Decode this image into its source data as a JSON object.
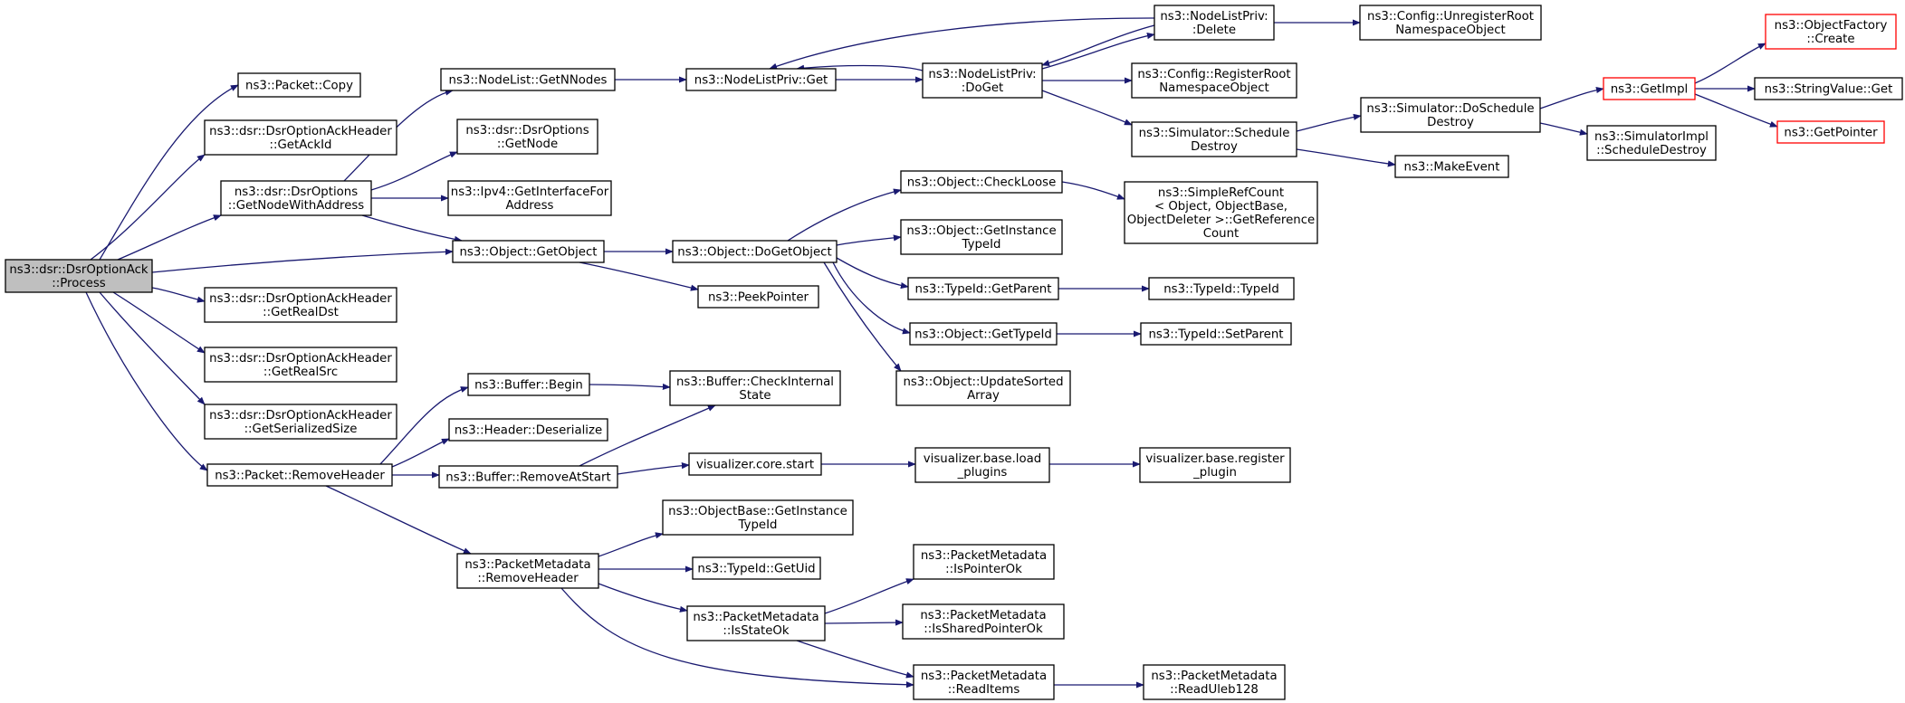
{
  "colors": {
    "edge": "#191970",
    "root_fill": "#bfbfbf",
    "truncated_border": "#ff0000",
    "node_border": "#000000"
  },
  "nodes": {
    "process": [
      "ns3::dsr::DsrOptionAck",
      "::Process"
    ],
    "copy": [
      "ns3::Packet::Copy"
    ],
    "getackid": [
      "ns3::dsr::DsrOptionAckHeader",
      "::GetAckId"
    ],
    "getnodewithaddr": [
      "ns3::dsr::DsrOptions",
      "::GetNodeWithAddress"
    ],
    "getrealdst": [
      "ns3::dsr::DsrOptionAckHeader",
      "::GetRealDst"
    ],
    "getrealsrc": [
      "ns3::dsr::DsrOptionAckHeader",
      "::GetRealSrc"
    ],
    "getserializedsize": [
      "ns3::dsr::DsrOptionAckHeader",
      "::GetSerializedSize"
    ],
    "removeheader": [
      "ns3::Packet::RemoveHeader"
    ],
    "getnnodes": [
      "ns3::NodeList::GetNNodes"
    ],
    "dsroptions_getnode": [
      "ns3::dsr::DsrOptions",
      "::GetNode"
    ],
    "getinterfacefor": [
      "ns3::Ipv4::GetInterfaceFor",
      "Address"
    ],
    "getobject": [
      "ns3::Object::GetObject"
    ],
    "peekpointer": [
      "ns3::PeekPointer"
    ],
    "buffer_begin": [
      "ns3::Buffer::Begin"
    ],
    "header_deserialize": [
      "ns3::Header::Deserialize"
    ],
    "buffer_removeatstart": [
      "ns3::Buffer::RemoveAtStart"
    ],
    "pm_removeheader": [
      "ns3::PacketMetadata",
      "::RemoveHeader"
    ],
    "nodelistpriv_get": [
      "ns3::NodeListPriv::Get"
    ],
    "doget": [
      "ns3::NodeListPriv:",
      ":DoGet"
    ],
    "delete": [
      "ns3::NodeListPriv:",
      ":Delete"
    ],
    "unregisterroot": [
      "ns3::Config::UnregisterRoot",
      "NamespaceObject"
    ],
    "registerroot": [
      "ns3::Config::RegisterRoot",
      "NamespaceObject"
    ],
    "scheduledestroy": [
      "ns3::Simulator::Schedule",
      "Destroy"
    ],
    "doscheduledestroy": [
      "ns3::Simulator::DoSchedule",
      "Destroy"
    ],
    "makeevent": [
      "ns3::MakeEvent"
    ],
    "getimpl": [
      "ns3::GetImpl"
    ],
    "simimpl_scheduledestroy": [
      "ns3::SimulatorImpl",
      "::ScheduleDestroy"
    ],
    "objectfactory_create": [
      "ns3::ObjectFactory",
      "::Create"
    ],
    "stringvalue_get": [
      "ns3::StringValue::Get"
    ],
    "getpointer": [
      "ns3::GetPointer"
    ],
    "dogetobject": [
      "ns3::Object::DoGetObject"
    ],
    "checkloose": [
      "ns3::Object::CheckLoose"
    ],
    "simplerefcount": [
      "ns3::SimpleRefCount",
      "< Object, ObjectBase,",
      "ObjectDeleter >::GetReference",
      "Count"
    ],
    "getinstancetypeid": [
      "ns3::Object::GetInstance",
      "TypeId"
    ],
    "typeid_getparent": [
      "ns3::TypeId::GetParent"
    ],
    "typeid_typeid": [
      "ns3::TypeId::TypeId"
    ],
    "object_gettypeid": [
      "ns3::Object::GetTypeId"
    ],
    "typeid_setparent": [
      "ns3::TypeId::SetParent"
    ],
    "updatesortedarray": [
      "ns3::Object::UpdateSorted",
      "Array"
    ],
    "checkinternalstate": [
      "ns3::Buffer::CheckInternal",
      "State"
    ],
    "viz_core_start": [
      "visualizer.core.start"
    ],
    "viz_load_plugins": [
      "visualizer.base.load",
      "_plugins"
    ],
    "viz_register_plugin": [
      "visualizer.base.register",
      "_plugin"
    ],
    "objectbase_getinstancetypeid": [
      "ns3::ObjectBase::GetInstance",
      "TypeId"
    ],
    "typeid_getuid": [
      "ns3::TypeId::GetUid"
    ],
    "pm_isstateok": [
      "ns3::PacketMetadata",
      "::IsStateOk"
    ],
    "pm_ispointerok": [
      "ns3::PacketMetadata",
      "::IsPointerOk"
    ],
    "pm_issharedpointerok": [
      "ns3::PacketMetadata",
      "::IsSharedPointerOk"
    ],
    "pm_readitems": [
      "ns3::PacketMetadata",
      "::ReadItems"
    ],
    "pm_readuleb128": [
      "ns3::PacketMetadata",
      "::ReadUleb128"
    ]
  }
}
